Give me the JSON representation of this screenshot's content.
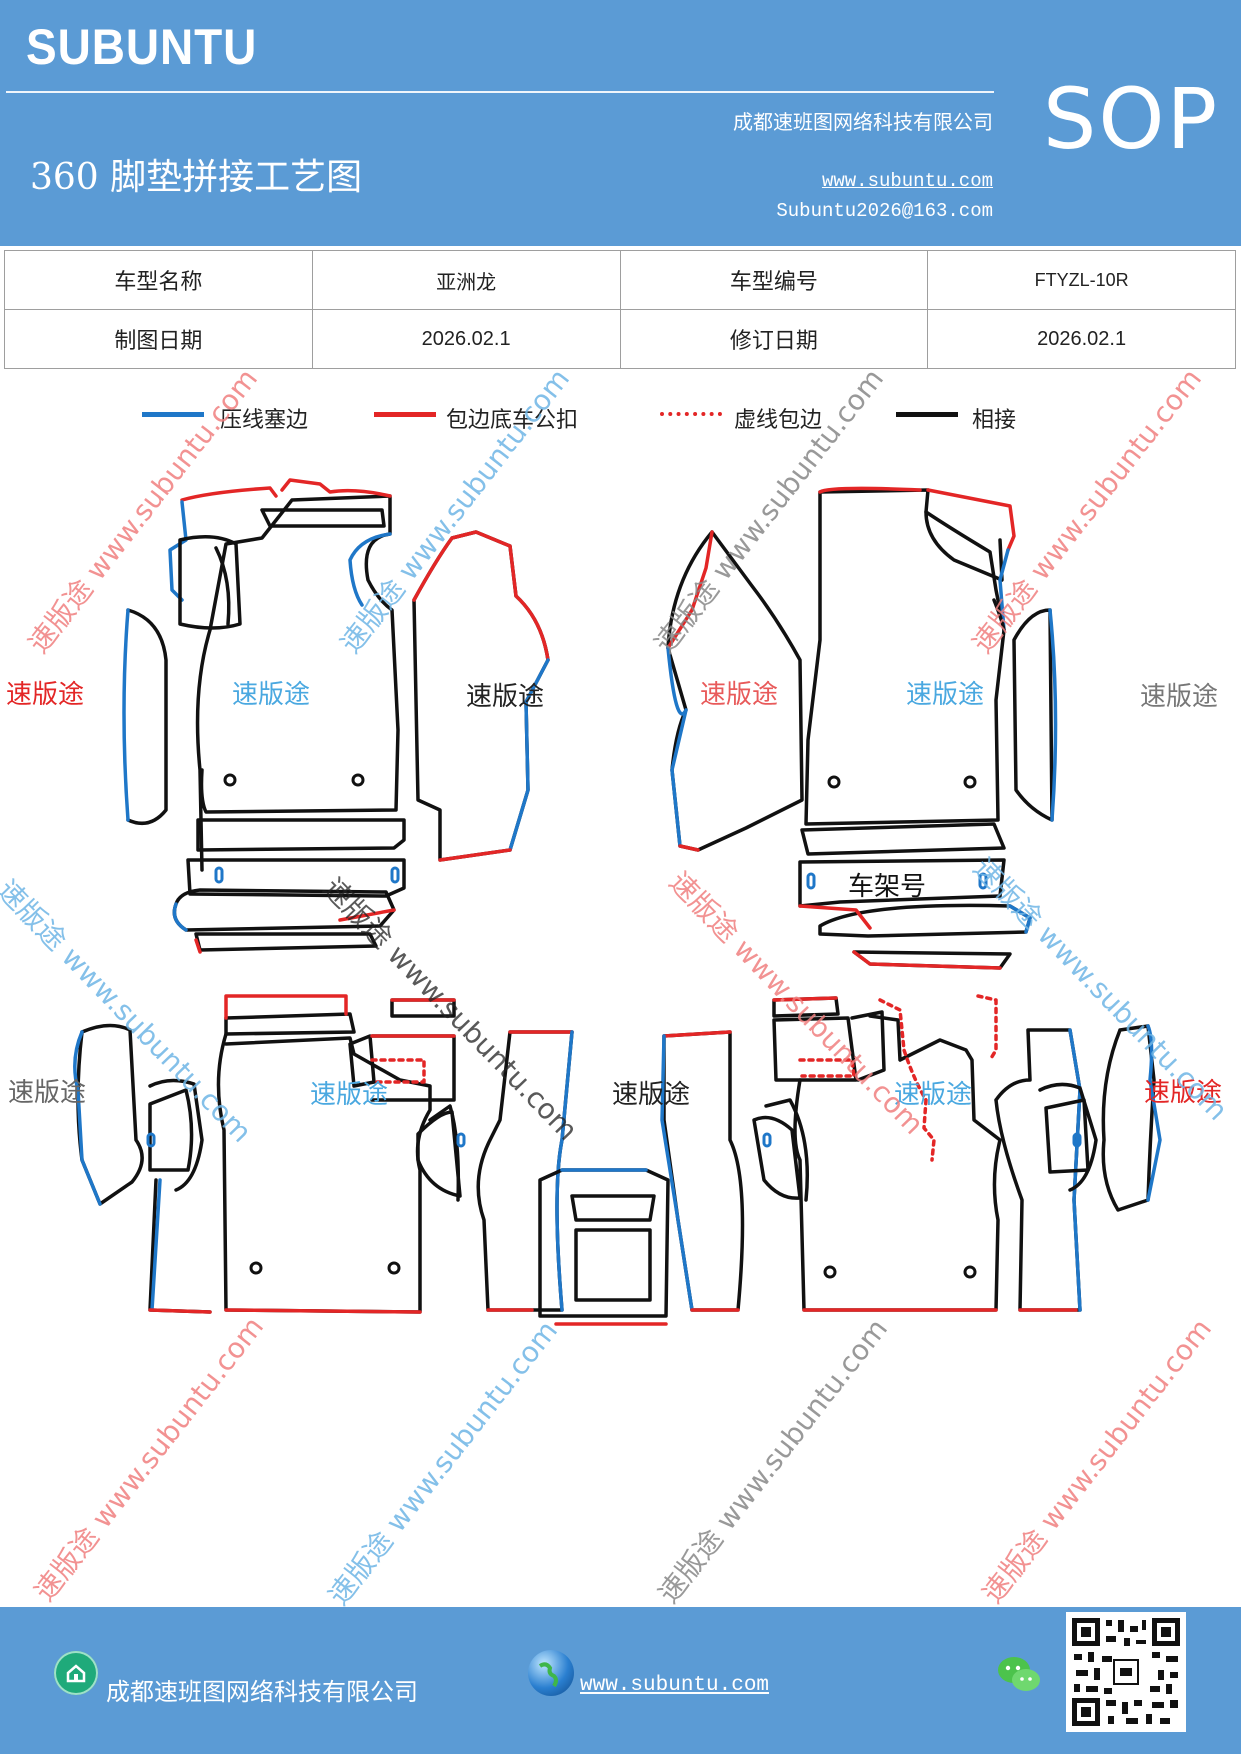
{
  "header": {
    "brand": "SUBUNTU",
    "title": "360 脚垫拼接工艺图",
    "company": "成都速班图网络科技有限公司",
    "website": "www.subuntu.com",
    "email": "Subuntu2026@163.com",
    "badge": "SOP"
  },
  "info_table": {
    "rows": [
      [
        "车型名称",
        "亚洲龙",
        "车型编号",
        "FTYZL-10R"
      ],
      [
        "制图日期",
        "2026.02.1",
        "修订日期",
        "2026.02.1"
      ]
    ]
  },
  "legend": [
    {
      "label": "压线塞边",
      "color": "#1f77c8",
      "style": "solid"
    },
    {
      "label": "包边底车公扣",
      "color": "#e32626",
      "style": "solid"
    },
    {
      "label": "虚线包边",
      "color": "#e32626",
      "style": "dotted"
    },
    {
      "label": "相接",
      "color": "#111111",
      "style": "solid"
    }
  ],
  "drawing": {
    "piece_labels": {
      "a": "速版途",
      "b": "速版途",
      "c": "速版途",
      "d": "速版途",
      "e": "速版途",
      "f": "速版途",
      "g": "速版途",
      "h": "速版途",
      "i": "速版途",
      "j": "速版途",
      "k": "速版途",
      "frame": "车架号"
    },
    "watermark_text": "速版途 www.subuntu.com"
  },
  "footer": {
    "company": "成都速班图网络科技有限公司",
    "website": "www.subuntu.com"
  },
  "colors": {
    "header_bg": "#5b9bd5",
    "blue_line": "#1f77c8",
    "red_line": "#e32626",
    "black_line": "#111111"
  }
}
